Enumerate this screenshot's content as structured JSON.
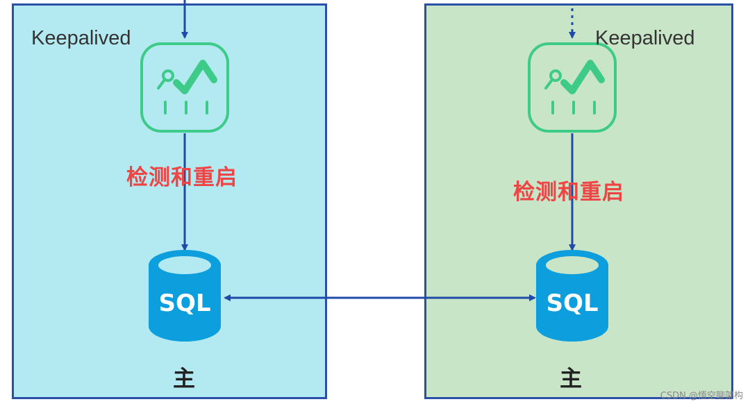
{
  "nodes": {
    "left": {
      "agent_label": "Keepalived",
      "action_label": "检测和重启",
      "db_label": "SQL",
      "role_label": "主"
    },
    "right": {
      "agent_label": "Keepalived",
      "action_label": "检测和重启",
      "db_label": "SQL",
      "role_label": "主"
    }
  },
  "watermark": "CSDN @悟空聊架构",
  "colors": {
    "left_panel": "#b3e9f1",
    "right_panel": "#c9e5c8",
    "panel_border": "#2a4fa8",
    "arrow": "#1f4aa8",
    "keepalived_icon": "#3ecb8a",
    "database": "#0d9ede",
    "action_text": "#ee4444"
  },
  "icons": {
    "agent": "monitor-check-icon",
    "database": "sql-database-icon"
  }
}
